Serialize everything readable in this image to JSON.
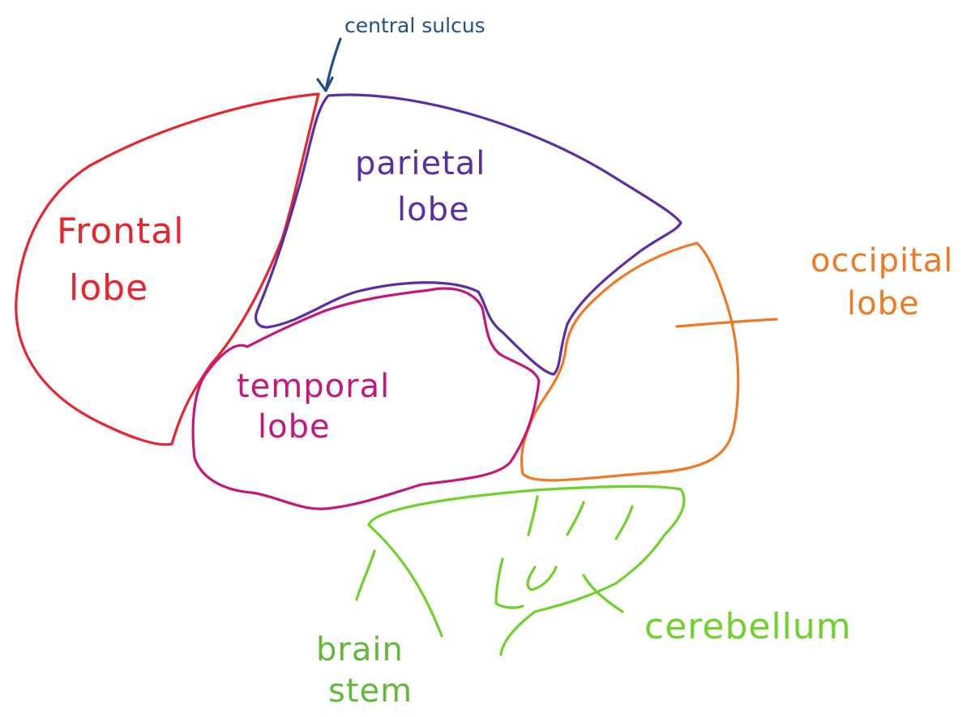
{
  "labels": {
    "central_sulcus": "central sulcus",
    "frontal": [
      "Frontal",
      "lobe"
    ],
    "parietal": [
      "parietal",
      "lobe"
    ],
    "occipital": [
      "occipital",
      "lobe"
    ],
    "temporal": [
      "temporal",
      "lobe"
    ],
    "cerebellum": "cerebellum",
    "brain_stem": [
      "brain",
      "stem"
    ]
  },
  "colors": {
    "frontal": "#e8242e",
    "parietal": "#5a2ea6",
    "occipital": "#f07a24",
    "temporal": "#c4177a",
    "cerebellum": "#6fd12b",
    "brain_stem": "#62b83a",
    "central_sulcus": "#1f4f8a"
  }
}
